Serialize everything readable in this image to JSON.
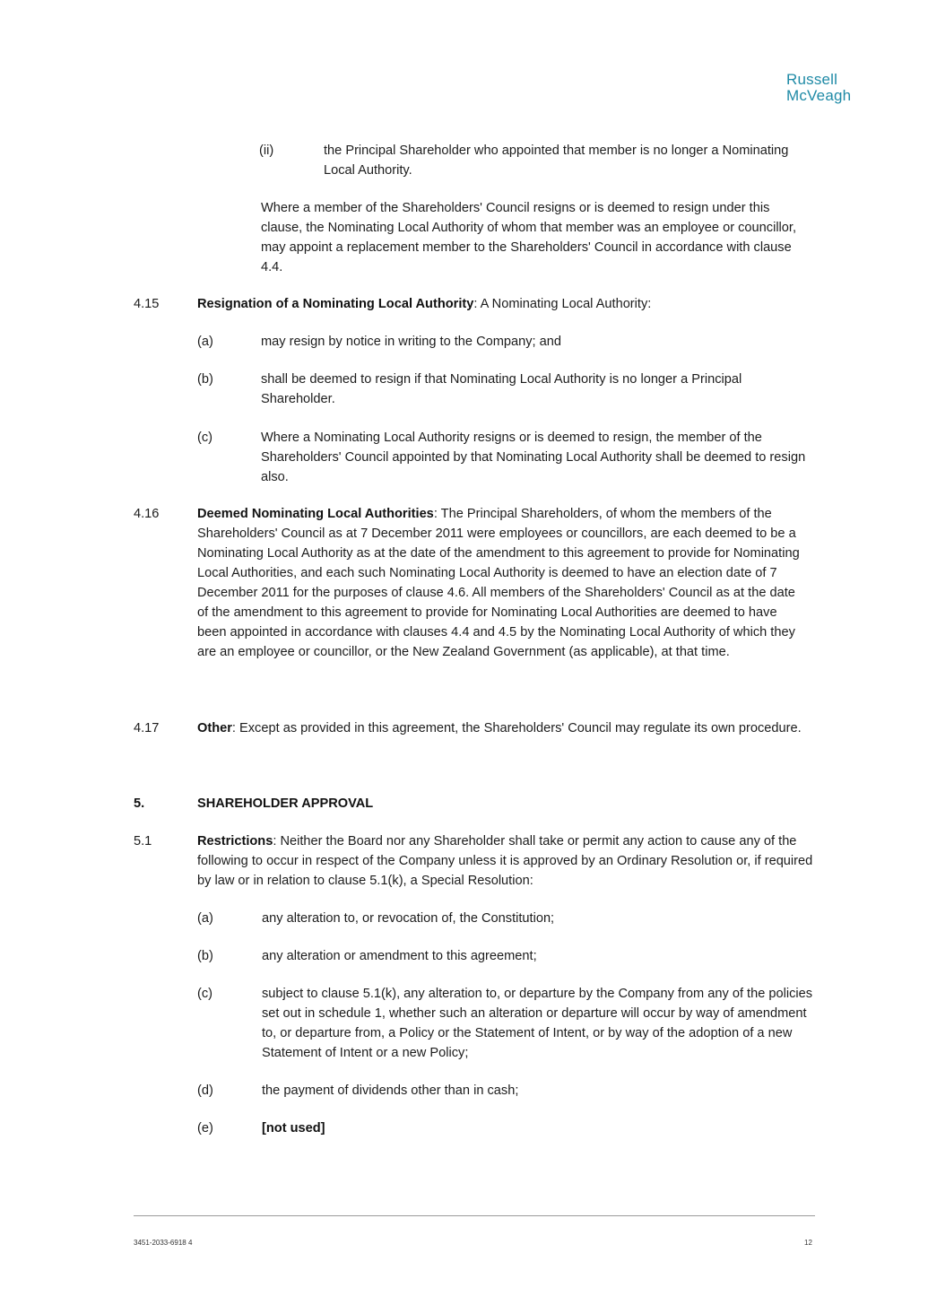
{
  "logo": {
    "line1": "Russell",
    "line2": "McVeagh"
  },
  "sub_ii": {
    "num": "(ii)",
    "text": "the Principal Shareholder who appointed that member is no longer a Nominating Local Authority."
  },
  "para_resign": "Where a member of the Shareholders' Council resigns or is deemed to resign under this clause, the Nominating Local Authority of whom that member was an employee or councillor, may appoint a replacement member to the Shareholders' Council in accordance with clause 4.4.",
  "c415": {
    "num": "4.15",
    "heading": "Resignation of a Nominating Local Authority",
    "text": ":  A Nominating Local Authority:",
    "items": [
      {
        "num": "(a)",
        "text": "may resign by notice in writing to the Company; and"
      },
      {
        "num": "(b)",
        "text": "shall be deemed to resign if that Nominating Local Authority is no longer a Principal Shareholder."
      },
      {
        "num": "(c)",
        "text": "Where a Nominating Local Authority resigns or is deemed to resign, the member of the Shareholders' Council appointed by that Nominating Local Authority shall be deemed to resign also."
      }
    ]
  },
  "c416": {
    "num": "4.16",
    "heading": "Deemed Nominating Local Authorities",
    "text": ":  The Principal Shareholders, of whom the members of the Shareholders' Council as at 7 December 2011 were employees or councillors, are each deemed to be a Nominating Local Authority as at the date of the amendment to this agreement to provide for Nominating Local Authorities, and each such Nominating Local Authority is deemed to have an election date of 7 December 2011 for the purposes of clause 4.6.  All members of the Shareholders' Council as at the date of the amendment to this agreement to provide for Nominating Local Authorities are deemed to have been appointed in accordance with clauses 4.4 and 4.5 by the Nominating Local Authority of which they are an employee or councillor, or the New Zealand Government (as applicable), at that time."
  },
  "c417": {
    "num": "4.17",
    "heading": "Other",
    "text": ":  Except as provided in this agreement, the Shareholders' Council may regulate its own procedure."
  },
  "s5": {
    "num": "5.",
    "heading": "SHAREHOLDER APPROVAL"
  },
  "c51": {
    "num": "5.1",
    "heading": "Restrictions",
    "text": ":  Neither the Board nor any Shareholder shall take or permit any action to cause any of the following to occur in respect of the Company unless it is approved by an Ordinary Resolution or, if required by law or in relation to clause 5.1(k), a Special Resolution:",
    "items": [
      {
        "num": "(a)",
        "text": "any alteration to, or revocation of, the Constitution;"
      },
      {
        "num": "(b)",
        "text": "any alteration or amendment to this agreement;"
      },
      {
        "num": "(c)",
        "text": "subject to clause 5.1(k), any alteration to, or departure by the Company from any of the policies set out in schedule 1, whether such an alteration or departure will occur by way of amendment to, or departure from, a Policy or the Statement of Intent, or by way of the adoption of a new Statement of Intent or a new Policy;"
      },
      {
        "num": "(d)",
        "text": "the payment of dividends other than in cash;"
      },
      {
        "num": "(e)",
        "text": "[not used]"
      }
    ]
  },
  "footer": {
    "doc_id": "3451-2033-6918 4",
    "page": "12"
  }
}
